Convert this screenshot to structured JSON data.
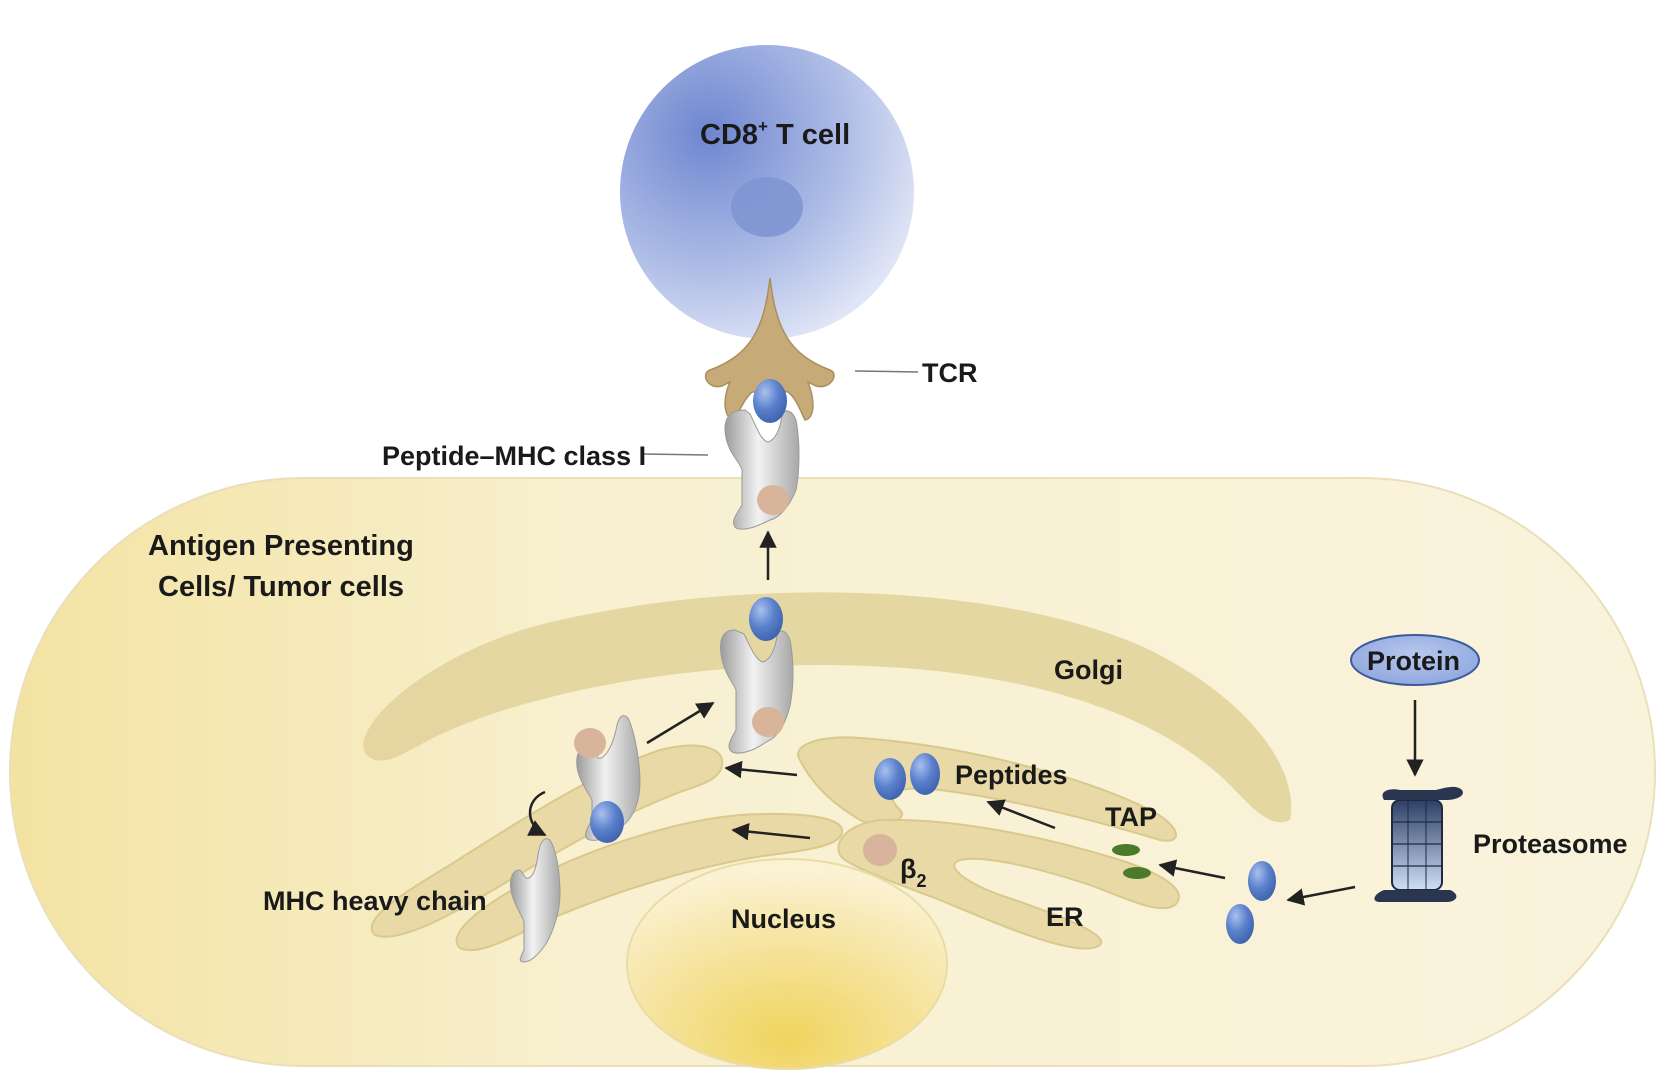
{
  "cells": {
    "t_cell": {
      "label": "CD8",
      "superscript": "+",
      "suffix": " T cell"
    },
    "apc": {
      "line1": "Antigen Presenting",
      "line2": "Cells/ Tumor cells"
    }
  },
  "labels": {
    "tcr": "TCR",
    "pmhc": "Peptide–MHC class I",
    "golgi": "Golgi",
    "protein": "Protein",
    "peptides": "Peptides",
    "tap": "TAP",
    "proteasome": "Proteasome",
    "beta2": "β",
    "beta2_sub": "2",
    "mhc_heavy_chain": "MHC heavy chain",
    "nucleus": "Nucleus",
    "er": "ER"
  },
  "colors": {
    "t_cell": "#8aa0d8",
    "apc_cytoplasm": "#f7efcf",
    "golgi": "#e6d8a4",
    "er": "#eadcaa",
    "nucleus": "#f2dc84",
    "peptide": "#5a80cc",
    "mhc": "#c9c9c9",
    "beta2m": "#d9b59c",
    "tcr": "#c2a878",
    "tap": "#4a7a28",
    "proteasome": "#2a3a5a"
  }
}
